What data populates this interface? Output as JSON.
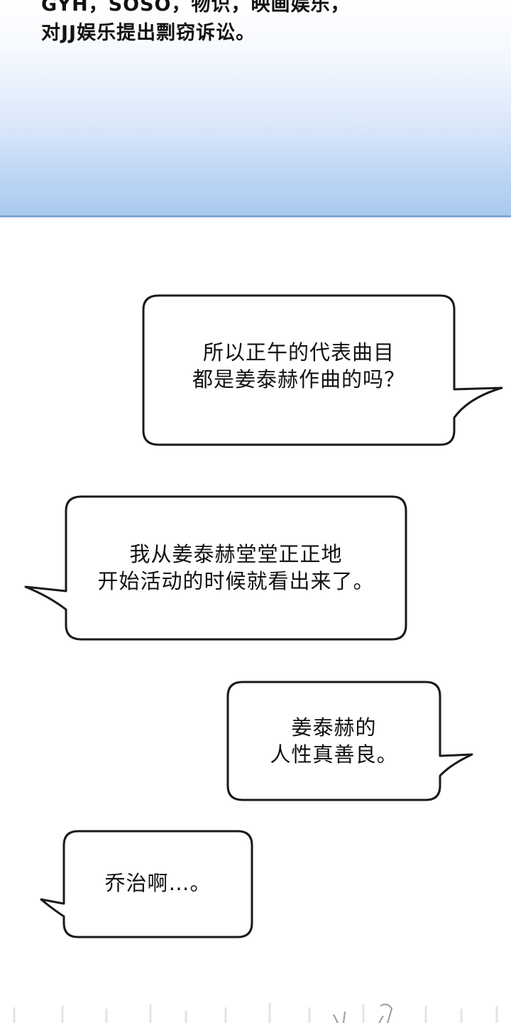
{
  "caption": {
    "line1": "GYH，SOSO，物识，映画娱乐，",
    "line2": "对JJ娱乐提出剽窃诉讼。"
  },
  "bubbles": [
    {
      "line1": "所以正午的代表曲目",
      "line2": "都是姜泰赫作曲的吗？"
    },
    {
      "line1": "我从姜泰赫堂堂正正地",
      "line2": "开始活动的时候就看出来了。"
    },
    {
      "line1": "姜泰赫的",
      "line2": "人性真善良。"
    },
    {
      "line1": "乔治啊…。"
    }
  ],
  "colors": {
    "panel_gradient_top": "#ffffff",
    "panel_gradient_bottom": "#a9c8ee",
    "bubble_stroke": "#1a1a1a",
    "text": "#111111"
  }
}
